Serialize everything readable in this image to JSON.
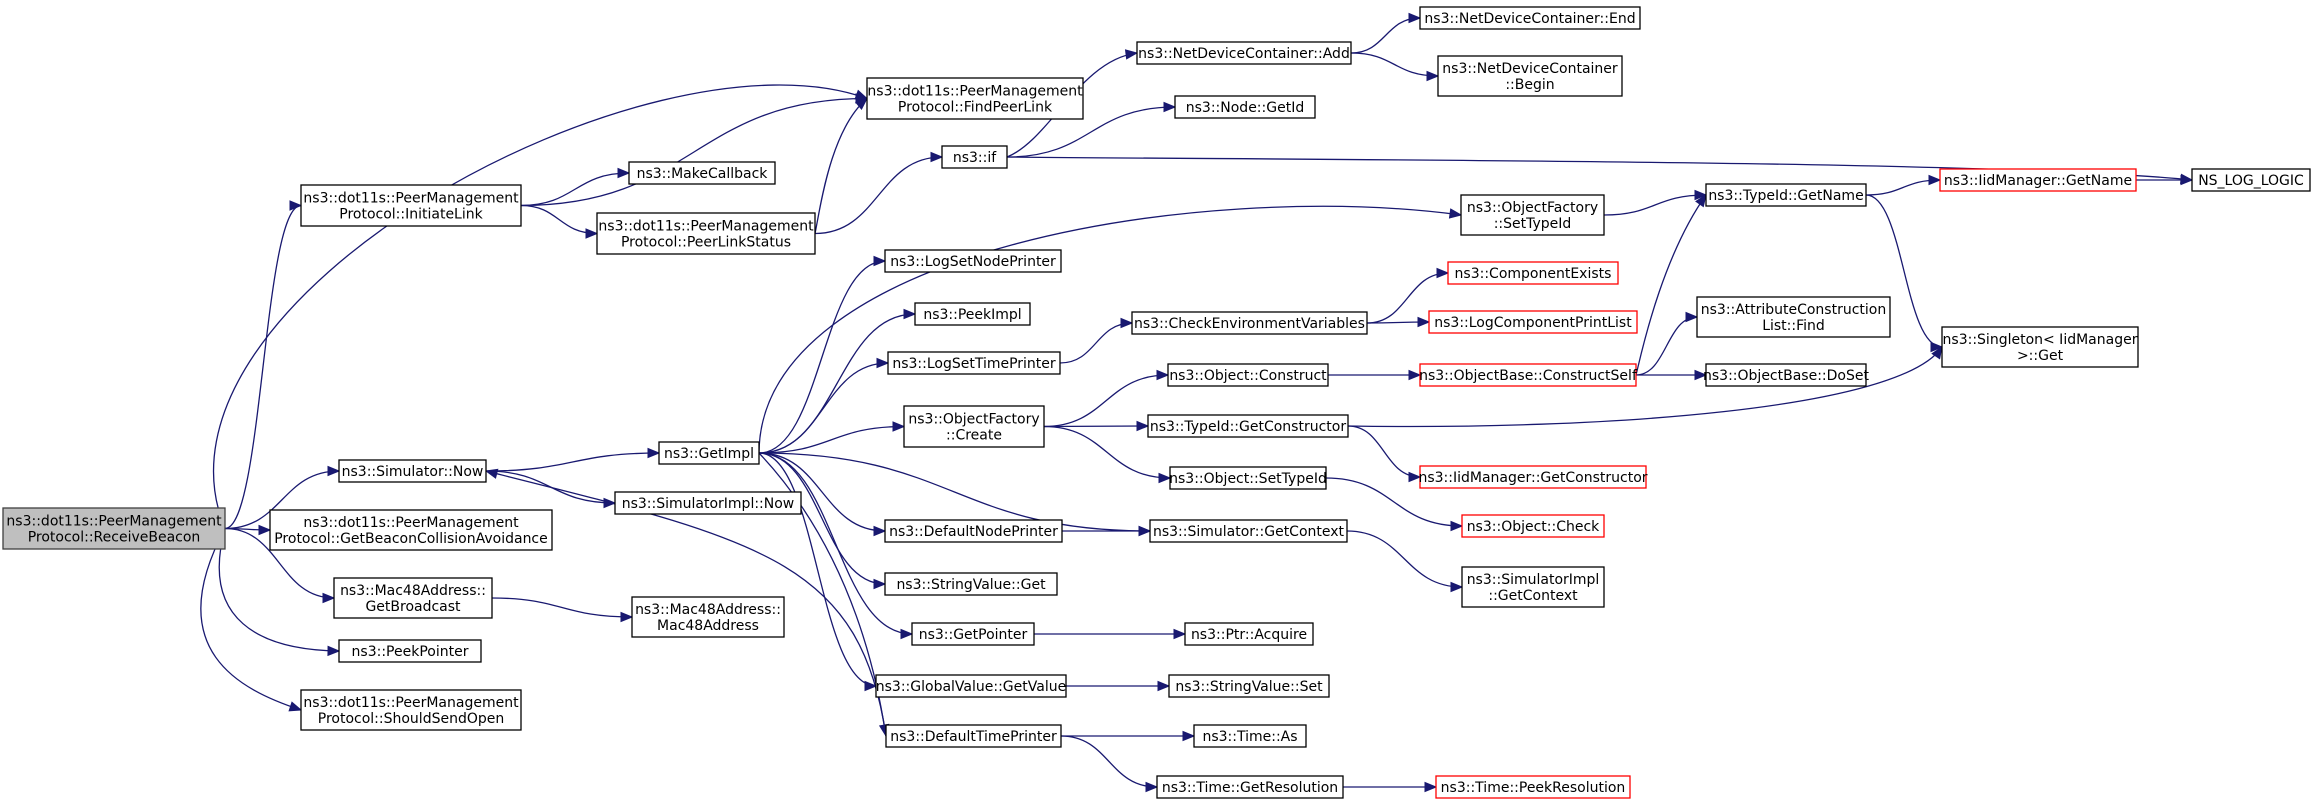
{
  "colors": {
    "edge": "#191970",
    "node_border": "#000000",
    "truncated_border": "#ff0000",
    "focus_fill": "#bfbfbf",
    "background": "#ffffff"
  },
  "nodes": {
    "receive_beacon": {
      "lines": [
        "ns3::dot11s::PeerManagement",
        "Protocol::ReceiveBeacon"
      ]
    },
    "initiate_link": {
      "lines": [
        "ns3::dot11s::PeerManagement",
        "Protocol::InitiateLink"
      ]
    },
    "find_peer_link": {
      "lines": [
        "ns3::dot11s::PeerManagement",
        "Protocol::FindPeerLink"
      ]
    },
    "make_callback": {
      "lines": [
        "ns3::MakeCallback"
      ]
    },
    "peer_link_status": {
      "lines": [
        "ns3::dot11s::PeerManagement",
        "Protocol::PeerLinkStatus"
      ]
    },
    "ns3_if": {
      "lines": [
        "ns3::if"
      ]
    },
    "ndc_add": {
      "lines": [
        "ns3::NetDeviceContainer::Add"
      ]
    },
    "ndc_end": {
      "lines": [
        "ns3::NetDeviceContainer::End"
      ]
    },
    "ndc_begin": {
      "lines": [
        "ns3::NetDeviceContainer",
        "::Begin"
      ]
    },
    "node_getid": {
      "lines": [
        "ns3::Node::GetId"
      ]
    },
    "ns_log_logic": {
      "lines": [
        "NS_LOG_LOGIC"
      ]
    },
    "of_settypeid": {
      "lines": [
        "ns3::ObjectFactory",
        "::SetTypeId"
      ]
    },
    "typeid_getname": {
      "lines": [
        "ns3::TypeId::GetName"
      ]
    },
    "iid_getname": {
      "lines": [
        "ns3::IidManager::GetName"
      ]
    },
    "log_set_node_printer": {
      "lines": [
        "ns3::LogSetNodePrinter"
      ]
    },
    "peek_impl": {
      "lines": [
        "ns3::PeekImpl"
      ]
    },
    "component_exists": {
      "lines": [
        "ns3::ComponentExists"
      ]
    },
    "check_env_vars": {
      "lines": [
        "ns3::CheckEnvironmentVariables"
      ]
    },
    "log_component_print_list": {
      "lines": [
        "ns3::LogComponentPrintList"
      ]
    },
    "attr_constr_find": {
      "lines": [
        "ns3::AttributeConstruction",
        "List::Find"
      ]
    },
    "singleton_get": {
      "lines": [
        "ns3::Singleton< IidManager",
        " >::Get"
      ]
    },
    "log_set_time_printer": {
      "lines": [
        "ns3::LogSetTimePrinter"
      ]
    },
    "object_construct": {
      "lines": [
        "ns3::Object::Construct"
      ]
    },
    "objectbase_construct_self": {
      "lines": [
        "ns3::ObjectBase::ConstructSelf"
      ]
    },
    "objectbase_doset": {
      "lines": [
        "ns3::ObjectBase::DoSet"
      ]
    },
    "of_create": {
      "lines": [
        "ns3::ObjectFactory",
        "::Create"
      ]
    },
    "typeid_getconstructor": {
      "lines": [
        "ns3::TypeId::GetConstructor"
      ]
    },
    "simulator_now": {
      "lines": [
        "ns3::Simulator::Now"
      ]
    },
    "get_impl": {
      "lines": [
        "ns3::GetImpl"
      ]
    },
    "object_settypeid": {
      "lines": [
        "ns3::Object::SetTypeId"
      ]
    },
    "iid_getconstructor": {
      "lines": [
        "ns3::IidManager::GetConstructor"
      ]
    },
    "simimpl_now": {
      "lines": [
        "ns3::SimulatorImpl::Now"
      ]
    },
    "object_check": {
      "lines": [
        "ns3::Object::Check"
      ]
    },
    "get_beacon_collision": {
      "lines": [
        "ns3::dot11s::PeerManagement",
        "Protocol::GetBeaconCollisionAvoidance"
      ]
    },
    "default_node_printer": {
      "lines": [
        "ns3::DefaultNodePrinter"
      ]
    },
    "simulator_getcontext": {
      "lines": [
        "ns3::Simulator::GetContext"
      ]
    },
    "mac48_getbroadcast": {
      "lines": [
        "ns3::Mac48Address::",
        "GetBroadcast"
      ]
    },
    "mac48_ctor": {
      "lines": [
        "ns3::Mac48Address::",
        "Mac48Address"
      ]
    },
    "simimpl_getcontext": {
      "lines": [
        "ns3::SimulatorImpl",
        "::GetContext"
      ]
    },
    "stringvalue_get": {
      "lines": [
        "ns3::StringValue::Get"
      ]
    },
    "peek_pointer": {
      "lines": [
        "ns3::PeekPointer"
      ]
    },
    "get_pointer": {
      "lines": [
        "ns3::GetPointer"
      ]
    },
    "ptr_acquire": {
      "lines": [
        "ns3::Ptr::Acquire"
      ]
    },
    "globalvalue_getvalue": {
      "lines": [
        "ns3::GlobalValue::GetValue"
      ]
    },
    "stringvalue_set": {
      "lines": [
        "ns3::StringValue::Set"
      ]
    },
    "should_send_open": {
      "lines": [
        "ns3::dot11s::PeerManagement",
        "Protocol::ShouldSendOpen"
      ]
    },
    "default_time_printer": {
      "lines": [
        "ns3::DefaultTimePrinter"
      ]
    },
    "time_as": {
      "lines": [
        "ns3::Time::As"
      ]
    },
    "time_getresolution": {
      "lines": [
        "ns3::Time::GetResolution"
      ]
    },
    "time_peekresolution": {
      "lines": [
        "ns3::Time::PeekResolution"
      ]
    }
  }
}
